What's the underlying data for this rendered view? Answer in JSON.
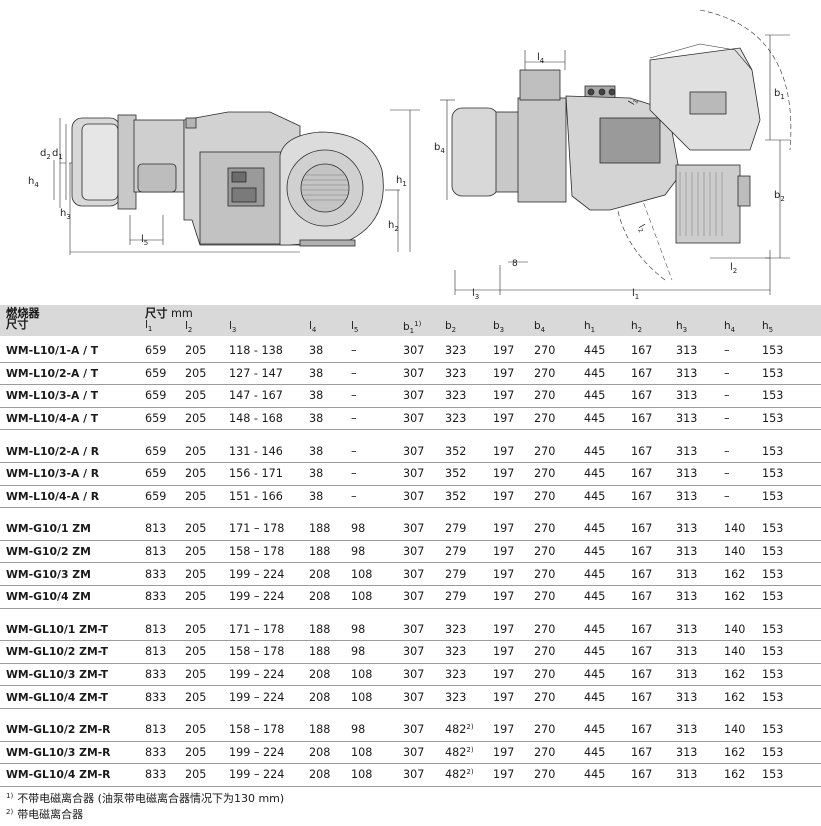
{
  "drawing_left": {
    "labels": {
      "d2": "d",
      "d1": "d",
      "h4": "h",
      "h3": "h",
      "l5": "l",
      "h1": "h",
      "h2": "h"
    },
    "subs": {
      "d2": "2",
      "d1": "1",
      "h4": "4",
      "h3": "3",
      "l5": "5",
      "h1": "1",
      "h2": "2"
    }
  },
  "drawing_right": {
    "labels": {
      "l4": "l",
      "b4": "b",
      "b1": "b",
      "b2": "b",
      "l1_diag": "l",
      "l2_diag": "l",
      "l2": "l",
      "l3": "l",
      "l1": "l",
      "eight": "8"
    },
    "subs": {
      "l4": "4",
      "b4": "4",
      "b1": "1",
      "b2": "2",
      "l1_diag": "1",
      "l2_diag": "2",
      "l2": "2",
      "l3": "3",
      "l1": "1"
    }
  },
  "table": {
    "header": {
      "burner_cn1": "燃烧器",
      "burner_cn2": "尺寸",
      "size_label": "尺寸",
      "unit": "mm",
      "columns": [
        {
          "base": "l",
          "sub": "1",
          "sup": ""
        },
        {
          "base": "l",
          "sub": "2",
          "sup": ""
        },
        {
          "base": "l",
          "sub": "3",
          "sup": ""
        },
        {
          "base": "l",
          "sub": "4",
          "sup": ""
        },
        {
          "base": "l",
          "sub": "5",
          "sup": ""
        },
        {
          "base": "b",
          "sub": "1",
          "sup": "1)"
        },
        {
          "base": "b",
          "sub": "2",
          "sup": ""
        },
        {
          "base": "b",
          "sub": "3",
          "sup": ""
        },
        {
          "base": "b",
          "sub": "4",
          "sup": ""
        },
        {
          "base": "h",
          "sub": "1",
          "sup": ""
        },
        {
          "base": "h",
          "sub": "2",
          "sup": ""
        },
        {
          "base": "h",
          "sub": "3",
          "sup": ""
        },
        {
          "base": "h",
          "sub": "4",
          "sup": ""
        },
        {
          "base": "h",
          "sub": "5",
          "sup": ""
        }
      ]
    },
    "groups": [
      [
        {
          "model": "WM-L10/1-A / T",
          "v": [
            "659",
            "205",
            "118 - 138",
            "38",
            "–",
            "307",
            "323",
            "197",
            "270",
            "445",
            "167",
            "313",
            "–",
            "153"
          ]
        },
        {
          "model": "WM-L10/2-A / T",
          "v": [
            "659",
            "205",
            "127 - 147",
            "38",
            "–",
            "307",
            "323",
            "197",
            "270",
            "445",
            "167",
            "313",
            "–",
            "153"
          ]
        },
        {
          "model": "WM-L10/3-A / T",
          "v": [
            "659",
            "205",
            "147 - 167",
            "38",
            "–",
            "307",
            "323",
            "197",
            "270",
            "445",
            "167",
            "313",
            "–",
            "153"
          ]
        },
        {
          "model": "WM-L10/4-A / T",
          "v": [
            "659",
            "205",
            "148 - 168",
            "38",
            "–",
            "307",
            "323",
            "197",
            "270",
            "445",
            "167",
            "313",
            "–",
            "153"
          ]
        }
      ],
      [
        {
          "model": "WM-L10/2-A / R",
          "v": [
            "659",
            "205",
            "131 - 146",
            "38",
            "–",
            "307",
            "352",
            "197",
            "270",
            "445",
            "167",
            "313",
            "–",
            "153"
          ]
        },
        {
          "model": "WM-L10/3-A / R",
          "v": [
            "659",
            "205",
            "156 - 171",
            "38",
            "–",
            "307",
            "352",
            "197",
            "270",
            "445",
            "167",
            "313",
            "–",
            "153"
          ]
        },
        {
          "model": "WM-L10/4-A / R",
          "v": [
            "659",
            "205",
            "151 - 166",
            "38",
            "–",
            "307",
            "352",
            "197",
            "270",
            "445",
            "167",
            "313",
            "–",
            "153"
          ]
        }
      ],
      [
        {
          "model": "WM-G10/1 ZM",
          "v": [
            "813",
            "205",
            "171 – 178",
            "188",
            "98",
            "307",
            "279",
            "197",
            "270",
            "445",
            "167",
            "313",
            "140",
            "153"
          ]
        },
        {
          "model": "WM-G10/2 ZM",
          "v": [
            "813",
            "205",
            "158 – 178",
            "188",
            "98",
            "307",
            "279",
            "197",
            "270",
            "445",
            "167",
            "313",
            "140",
            "153"
          ]
        },
        {
          "model": "WM-G10/3 ZM",
          "v": [
            "833",
            "205",
            "199 – 224",
            "208",
            "108",
            "307",
            "279",
            "197",
            "270",
            "445",
            "167",
            "313",
            "162",
            "153"
          ]
        },
        {
          "model": "WM-G10/4 ZM",
          "v": [
            "833",
            "205",
            "199 – 224",
            "208",
            "108",
            "307",
            "279",
            "197",
            "270",
            "445",
            "167",
            "313",
            "162",
            "153"
          ]
        }
      ],
      [
        {
          "model": "WM-GL10/1 ZM-T",
          "v": [
            "813",
            "205",
            "171 – 178",
            "188",
            "98",
            "307",
            "323",
            "197",
            "270",
            "445",
            "167",
            "313",
            "140",
            "153"
          ]
        },
        {
          "model": "WM-GL10/2 ZM-T",
          "v": [
            "813",
            "205",
            "158 – 178",
            "188",
            "98",
            "307",
            "323",
            "197",
            "270",
            "445",
            "167",
            "313",
            "140",
            "153"
          ]
        },
        {
          "model": "WM-GL10/3 ZM-T",
          "v": [
            "833",
            "205",
            "199 – 224",
            "208",
            "108",
            "307",
            "323",
            "197",
            "270",
            "445",
            "167",
            "313",
            "162",
            "153"
          ]
        },
        {
          "model": "WM-GL10/4 ZM-T",
          "v": [
            "833",
            "205",
            "199 – 224",
            "208",
            "108",
            "307",
            "323",
            "197",
            "270",
            "445",
            "167",
            "313",
            "162",
            "153"
          ]
        }
      ],
      [
        {
          "model": "WM-GL10/2 ZM-R",
          "v": [
            "813",
            "205",
            "158 – 178",
            "188",
            "98",
            "307",
            "482",
            "197",
            "270",
            "445",
            "167",
            "313",
            "140",
            "153"
          ],
          "b2sup": "2)"
        },
        {
          "model": "WM-GL10/3 ZM-R",
          "v": [
            "833",
            "205",
            "199 – 224",
            "208",
            "108",
            "307",
            "482",
            "197",
            "270",
            "445",
            "167",
            "313",
            "162",
            "153"
          ],
          "b2sup": "2)"
        },
        {
          "model": "WM-GL10/4 ZM-R",
          "v": [
            "833",
            "205",
            "199 – 224",
            "208",
            "108",
            "307",
            "482",
            "197",
            "270",
            "445",
            "167",
            "313",
            "162",
            "153"
          ],
          "b2sup": "2)"
        }
      ]
    ]
  },
  "footnotes": [
    {
      "mark": "1)",
      "text": "不带电磁离合器 (油泵带电磁离合器情况下为130 mm)"
    },
    {
      "mark": "2)",
      "text": "带电磁离合器"
    }
  ]
}
